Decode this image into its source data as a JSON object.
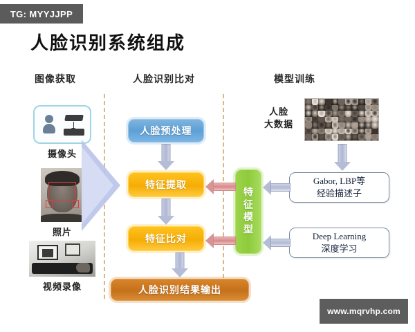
{
  "watermarks": {
    "tg_tag": "TG: MYYJJPP",
    "site": "www.mqrvhp.com"
  },
  "title": "人脸识别系统组成",
  "columns": {
    "acquisition": "图像获取",
    "recognition": "人脸识别比对",
    "training": "模型训练"
  },
  "sources": [
    {
      "id": "camera",
      "caption": "摄像头",
      "icon": "camera-icon"
    },
    {
      "id": "photo",
      "caption": "照片",
      "icon": "photo-face-icon"
    },
    {
      "id": "video",
      "caption": "视频录像",
      "icon": "video-recording-icon"
    }
  ],
  "pipeline": {
    "preprocess": "人脸预处理",
    "extract": "特征提取",
    "compare": "特征比对",
    "output": "人脸识别结果输出"
  },
  "model": {
    "box_label": "特征模型",
    "bigdata_label": "人脸\n大数据",
    "bigdata_line1": "人脸",
    "bigdata_line2": "大数据"
  },
  "methods": [
    {
      "id": "gabor",
      "line1": "Gabor, LBP等",
      "line2": "经验描述子"
    },
    {
      "id": "deeplearning",
      "line1": "Deep Learning",
      "line2": "深度学习"
    }
  ],
  "colors": {
    "preprocess_blue": "#5d9fd6",
    "feature_orange": "#f5ad05",
    "output_brown": "#c4711c",
    "model_green": "#8ecb3c",
    "arrow_grey_blue": "#b4bcd6",
    "arrow_red": "#d79494",
    "divider_dashed": "#d8b98a",
    "watermark_grey": "#5b5b5b"
  }
}
